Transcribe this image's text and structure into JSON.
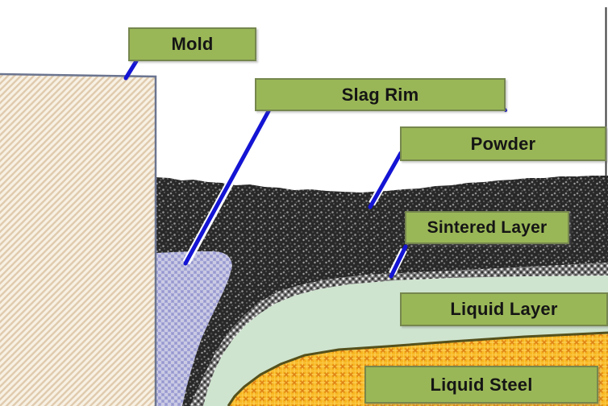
{
  "diagram": {
    "kind": "annotated-layer-schematic",
    "labels": {
      "mold": "Mold",
      "slag_rim": "Slag Rim",
      "powder": "Powder",
      "sintered_layer": "Sintered Layer",
      "liquid_layer": "Liquid Layer",
      "liquid_steel": "Liquid Steel"
    },
    "colors": {
      "label_fill": "#9ab757",
      "label_border": "#76874e",
      "label_text": "#151515",
      "leader_line_blue": "#1414d4",
      "mold_fill": "#f8f1e4",
      "mold_hatch": "#e0cbae",
      "mold_border": "#6b7590",
      "powder_dark": "#282828",
      "sintered_gray": "#787878",
      "slag_rim_lavender": "#aeafd9",
      "liquid_layer_green": "#cfe4cf",
      "liquid_steel_orange": "#f7b722",
      "liquid_steel_border": "#55511c"
    }
  }
}
